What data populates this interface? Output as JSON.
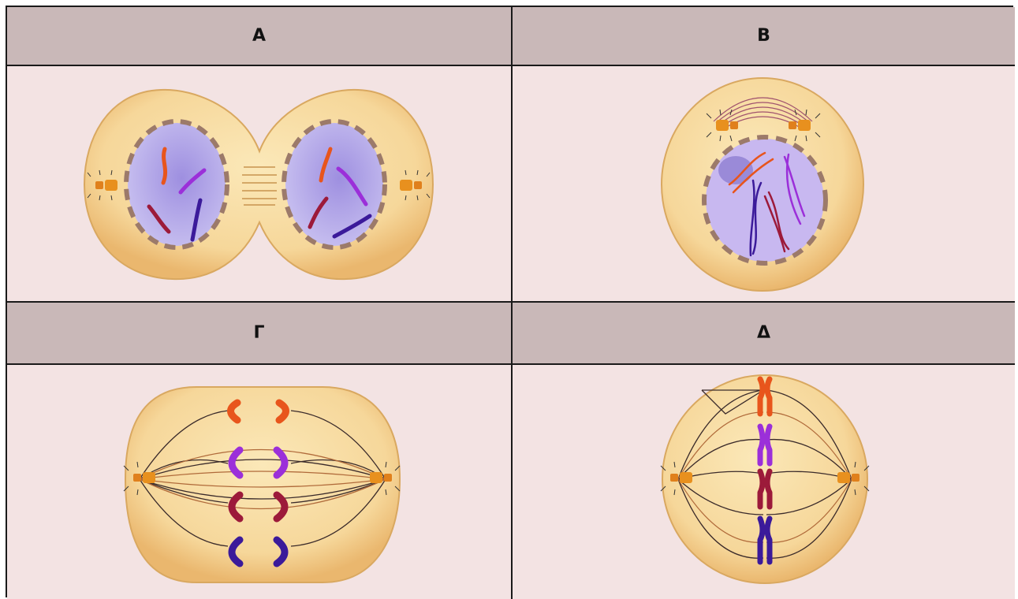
{
  "table": {
    "headers": [
      "Α",
      "Β",
      "Γ",
      "Δ"
    ]
  },
  "colors": {
    "header_bg": "#c9b8b8",
    "image_bg": "#f3e3e3",
    "cytoplasm": "#f6d79a",
    "nucleus": "#a79be0",
    "chromosome_orange": "#e8551c",
    "chromosome_purple": "#9b2fd9",
    "chromosome_maroon": "#9c1a3a",
    "chromosome_indigo": "#3b1a9a"
  }
}
